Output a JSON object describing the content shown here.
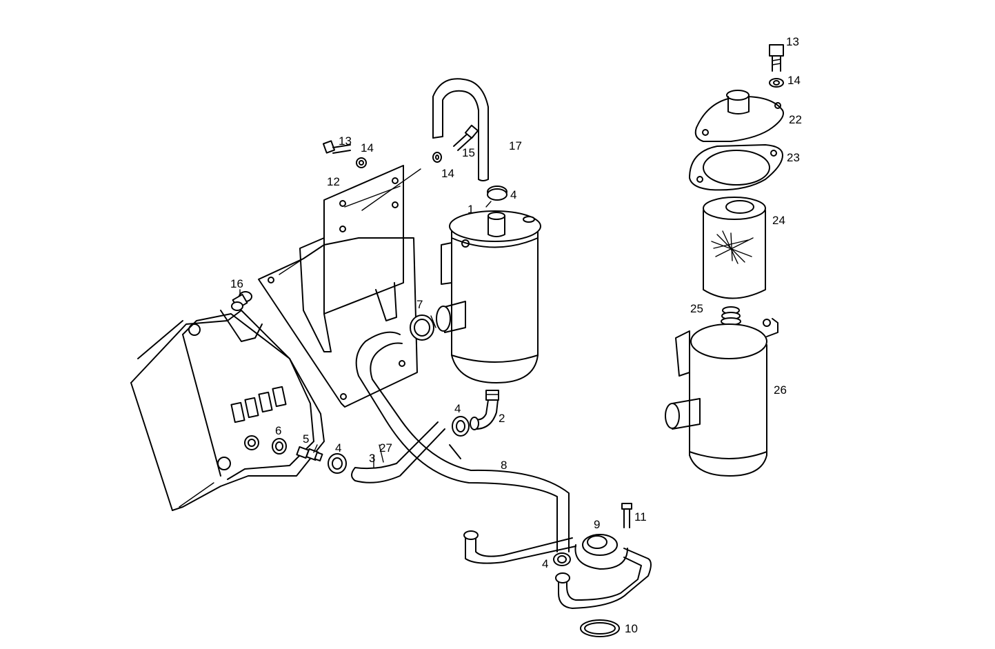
{
  "callouts": {
    "c1": "1",
    "c2": "2",
    "c3": "3",
    "c4a": "4",
    "c4b": "4",
    "c4c": "4",
    "c4d": "4",
    "c5": "5",
    "c6": "6",
    "c7": "7",
    "c8": "8",
    "c9": "9",
    "c10": "10",
    "c11": "11",
    "c12": "12",
    "c13a": "13",
    "c13b": "13",
    "c14a": "14",
    "c14b": "14",
    "c14c": "14",
    "c15": "15",
    "c16": "16",
    "c17": "17",
    "c22": "22",
    "c23": "23",
    "c24": "24",
    "c25": "25",
    "c26": "26",
    "c27": "27"
  }
}
